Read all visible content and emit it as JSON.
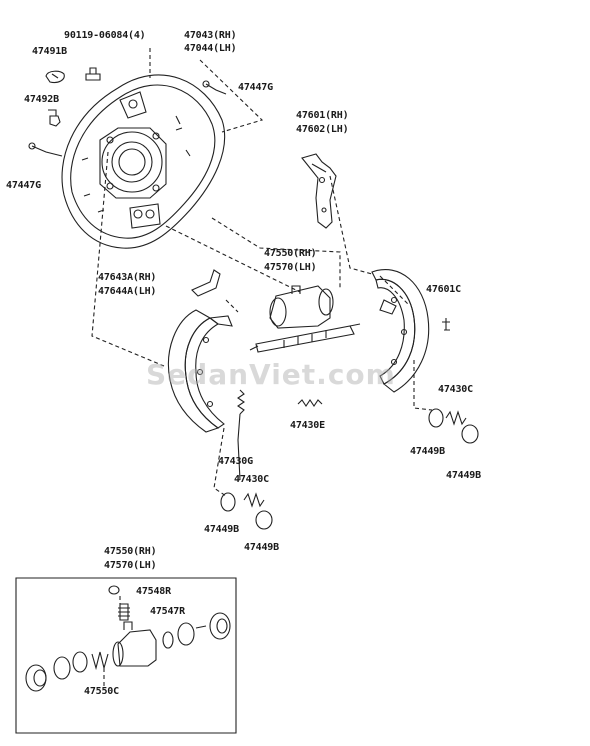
{
  "watermark": "SedanViet.com",
  "labels": {
    "p90119": "90119-06084(4)",
    "p47043": "47043(RH)",
    "p47044": "47044(LH)",
    "p47491B": "47491B",
    "p47492B": "47492B",
    "p47447G_top": "47447G",
    "p47447G_left": "47447G",
    "p47601": "47601(RH)",
    "p47602": "47602(LH)",
    "p47550_mid": "47550(RH)",
    "p47570_mid": "47570(LH)",
    "p47643A": "47643A(RH)",
    "p47644A": "47644A(LH)",
    "p47601C": "47601C",
    "p47430C_right": "47430C",
    "p47430E": "47430E",
    "p47449B_r1": "47449B",
    "p47449B_r2": "47449B",
    "p47430G": "47430G",
    "p47430C_left": "47430C",
    "p47449B_l1": "47449B",
    "p47449B_l2": "47449B",
    "p47550_box": "47550(RH)",
    "p47570_box": "47570(LH)",
    "p47548R": "47548R",
    "p47547R": "47547R",
    "p47550C": "47550C"
  }
}
